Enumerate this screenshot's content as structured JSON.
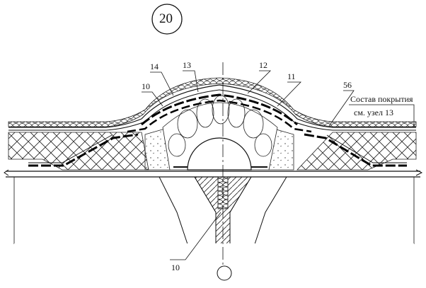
{
  "node_number": "20",
  "callouts": {
    "c14": "14",
    "c13": "13",
    "c12": "12",
    "c11": "11",
    "c10_top": "10",
    "c56": "56",
    "c10_bottom": "10"
  },
  "note": {
    "line1": "Состав покрытия",
    "line2": "см. узел 13"
  }
}
